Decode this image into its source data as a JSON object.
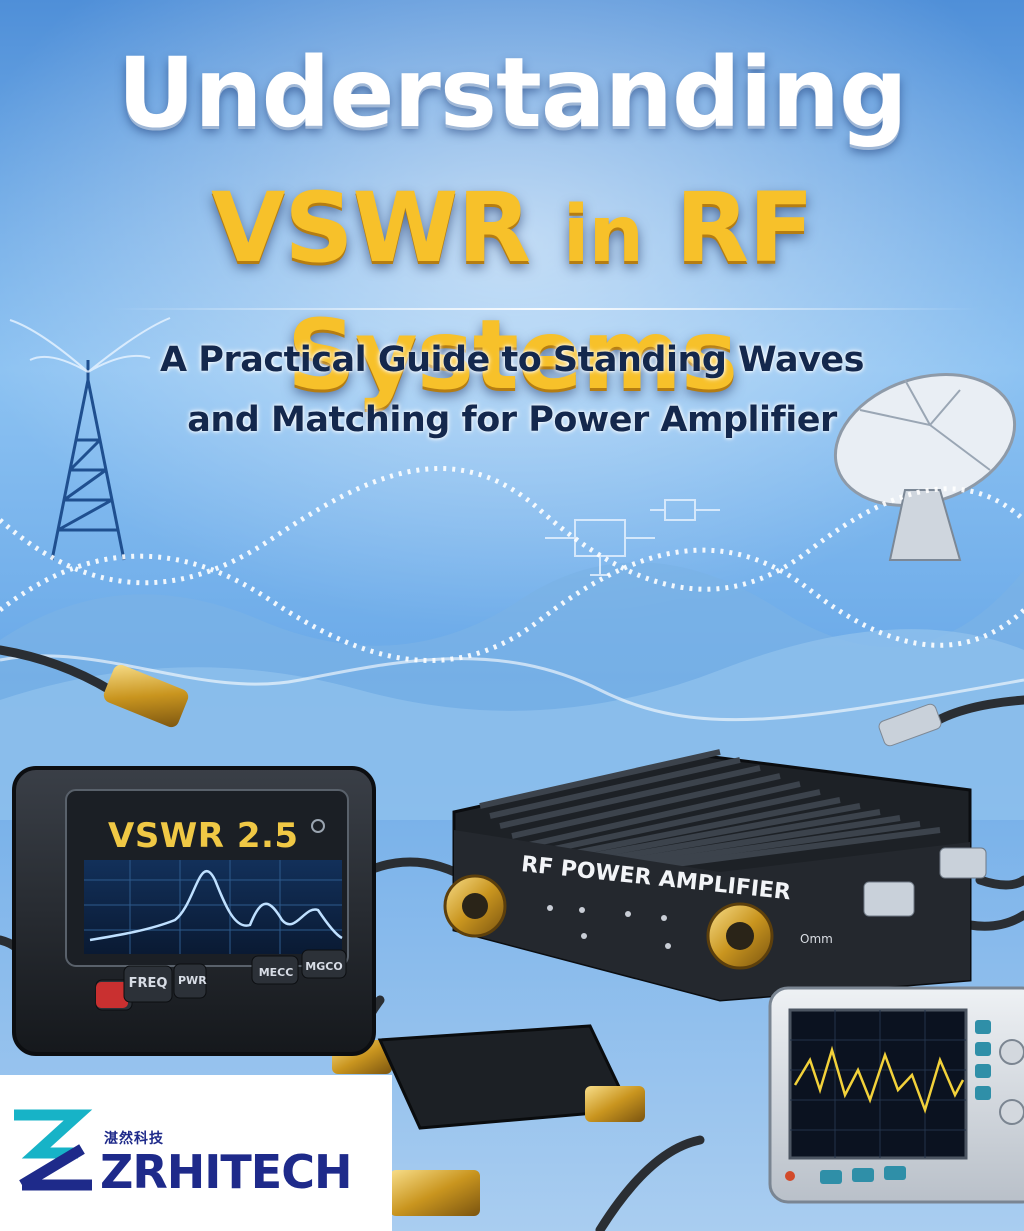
{
  "title": {
    "line1": "Understanding",
    "line2_main": "VSWR",
    "line2_small": "in",
    "line2_end": "RF Systems"
  },
  "subtitle": {
    "line1": "A Practical Guide to Standing Waves",
    "line2": "and Matching for Power Amplifier"
  },
  "analyzer": {
    "reading": "VSWR 2.5",
    "buttons": [
      "FREQ",
      "PWR",
      "MECC",
      "MGCO"
    ]
  },
  "amplifier": {
    "label": "RF POWER AMPLIFIER",
    "mark": "Omm"
  },
  "logo": {
    "chinese": "湛然科技",
    "name": "ZRHITECH"
  },
  "icons": [
    "antenna-tower-icon",
    "satellite-dish-icon",
    "rf-connector-icon",
    "heatsink-icon",
    "oscilloscope-icon",
    "circuit-schematic-icon"
  ],
  "colors": {
    "sky": "#5f9fe0",
    "title_white": "#ffffff",
    "title_gold": "#f7c12a",
    "subtitle_navy": "#14284d",
    "logo_blue": "#1e2a8a",
    "logo_cyan": "#17b3c7",
    "screen_trace": "#bfe0ff",
    "scope_trace": "#f2d13a"
  }
}
